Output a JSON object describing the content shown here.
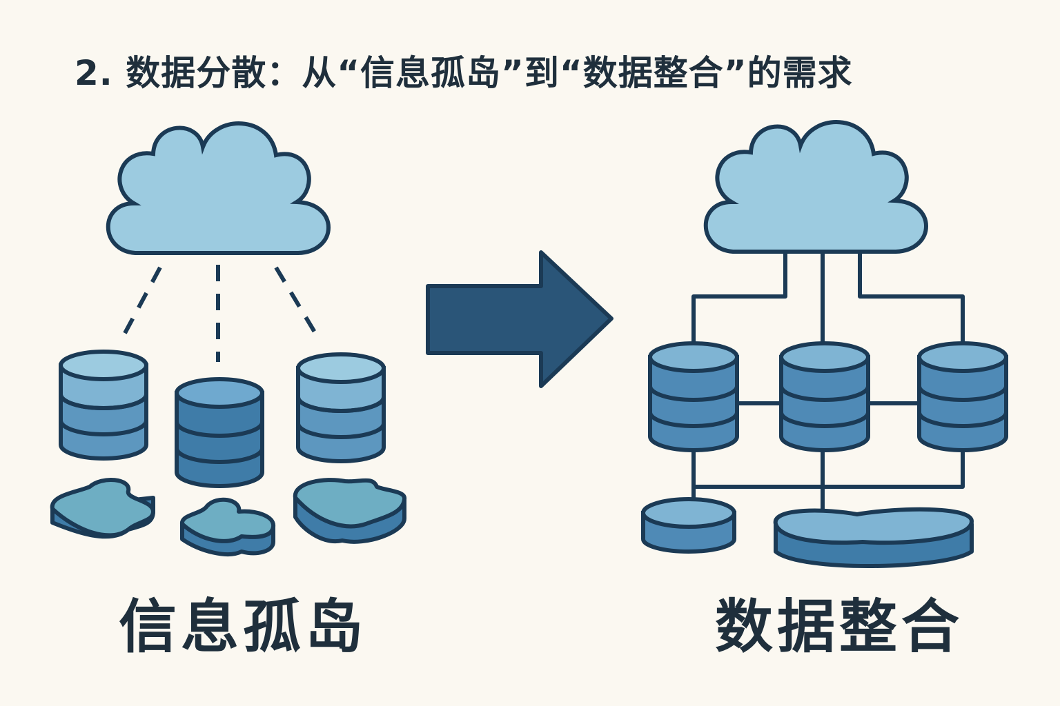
{
  "title": "2. 数据分散：从“信息孤岛”到“数据整合”的需求",
  "left_panel": {
    "label": "信息孤岛",
    "databases": 3,
    "data_islands": 3
  },
  "right_panel": {
    "label": "数据整合",
    "databases": 3,
    "storage_pools": 2
  },
  "colors": {
    "background": "#fbf8f1",
    "outline": "#1b3a55",
    "cloud_fill": "#9ccbe0",
    "db_light": "#7fb4d3",
    "db_dark": "#3f7ca8",
    "island_top": "#6eaec3",
    "arrow": "#2a5578",
    "text": "#1f2f3c"
  }
}
